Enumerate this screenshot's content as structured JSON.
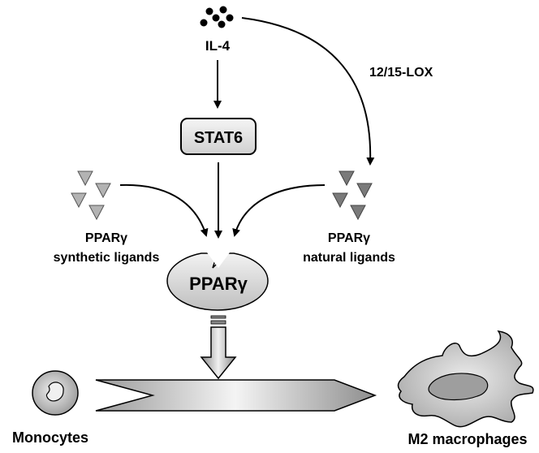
{
  "labels": {
    "il4": "IL-4",
    "lox": "12/15-LOX",
    "stat6": "STAT6",
    "synthetic_line1": "PPARγ",
    "synthetic_line2": "synthetic ligands",
    "natural_line1": "PPARγ",
    "natural_line2": "natural ligands",
    "pparg": "PPARγ",
    "monocytes": "Monocytes",
    "macrophages": "M2 macrophages"
  },
  "colors": {
    "synthetic_ligand": "#b3b3b3",
    "natural_ligand": "#7a7a7a",
    "stat6_fill": "#e6e6e6",
    "pparg_fill": "#d9d9d9",
    "cell_fill": "#bdbdbd"
  }
}
